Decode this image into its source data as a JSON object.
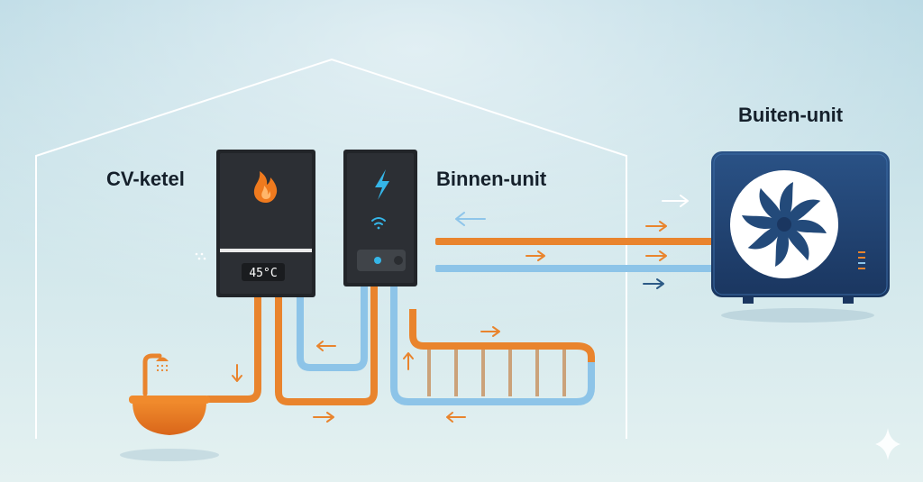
{
  "labels": {
    "boiler": "CV-ketel",
    "indoor_unit": "Binnen-unit",
    "outdoor_unit": "Buiten-unit"
  },
  "boiler_display": "45°C",
  "icons": {
    "boiler": "flame-icon",
    "indoor": "lightning-bolt-icon",
    "wifi": "wifi-icon",
    "fan": "fan-icon",
    "sink": "sink-icon",
    "shower": "shower-head-icon",
    "sparkle": "sparkle-icon"
  },
  "colors": {
    "hot_pipe": "#e9842d",
    "cold_pipe": "#8dc4e8",
    "arrow_hot": "#e9842d",
    "arrow_cold": "#8ec5ea",
    "arrow_dark": "#2c5a86",
    "unit_body": "#1f3f6c",
    "appliance": "#222529",
    "flame": "#ef7a1e",
    "bolt": "#35b6e8",
    "background_top": "#c7e1e8",
    "background_bottom": "#e2f0f2"
  }
}
